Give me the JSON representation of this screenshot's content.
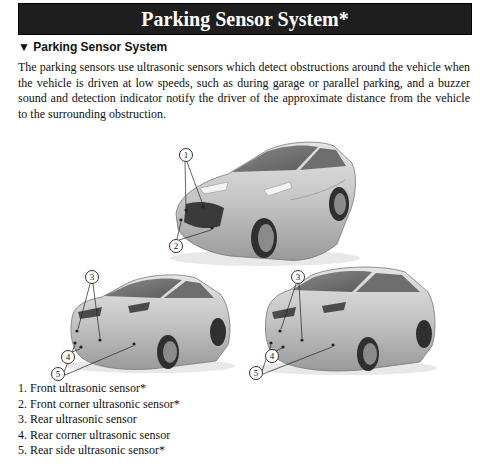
{
  "diagram": {
    "title": "Parking Sensor System*",
    "nodes": [
      {
        "text": [
          "1"
        ]
      },
      {
        "text": [
          "2"
        ]
      },
      {
        "text": [
          "3"
        ]
      },
      {
        "text": [
          "4"
        ]
      },
      {
        "text": [
          "5"
        ]
      },
      {
        "text": [
          "3"
        ]
      },
      {
        "text": [
          "4"
        ]
      },
      {
        "text": [
          "5"
        ]
      }
    ],
    "labels": [
      "▼ Parking Sensor System",
      "The parking sensors use ultrasonic sensors which detect obstructions around the vehicle when the vehicle is driven at low speeds, such as during garage or parallel parking, and a buzzer sound and detection indicator notify the driver of the approximate distance from the vehicle to the surrounding obstruction.",
      "1. Front ultrasonic sensor*",
      "2. Front corner ultrasonic sensor*",
      "3. Rear ultrasonic sensor",
      "4. Rear corner ultrasonic sensor",
      "5. Rear side ultrasonic sensor*"
    ]
  }
}
